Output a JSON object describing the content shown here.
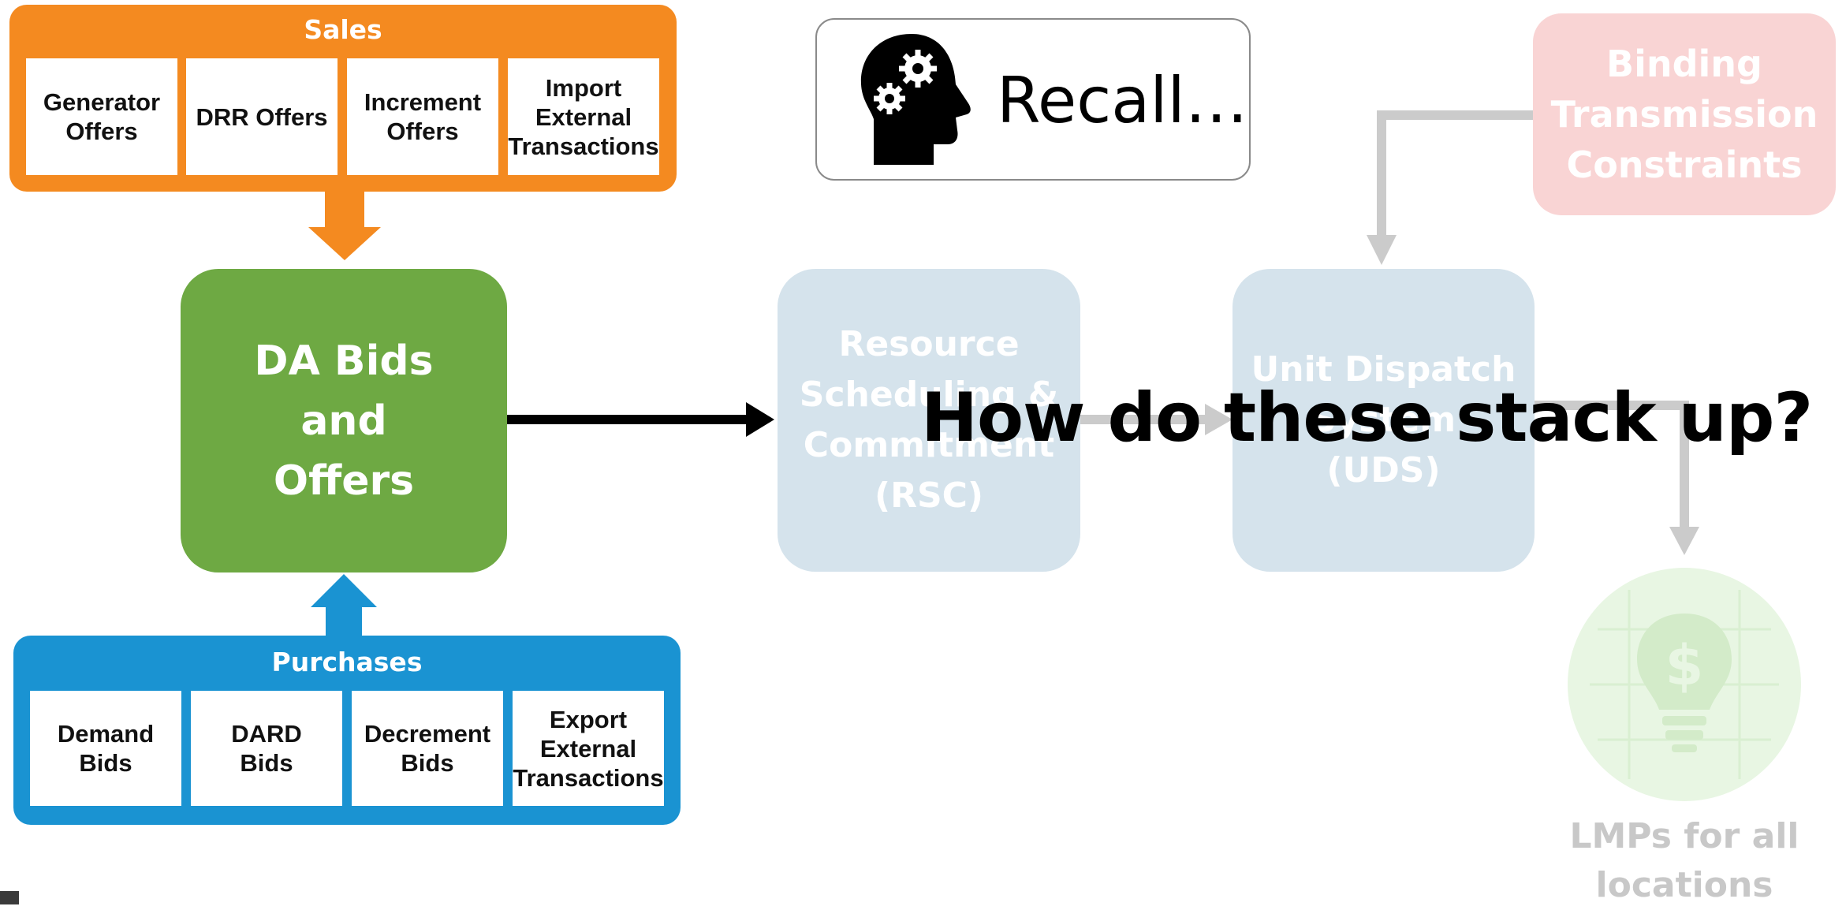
{
  "sales": {
    "title": "Sales",
    "items": [
      "Generator\nOffers",
      "DRR Offers",
      "Increment\nOffers",
      "Import\nExternal\nTransactions"
    ]
  },
  "purchases": {
    "title": "Purchases",
    "items": [
      "Demand Bids",
      "DARD\nBids",
      "Decrement\nBids",
      "Export\nExternal\nTransactions"
    ]
  },
  "da_box": {
    "label": "DA Bids\nand\nOffers"
  },
  "recall": {
    "label": "Recall…",
    "icon": "head-gears-icon"
  },
  "rsc": {
    "label": "Resource\nScheduling &\nCommitment\n(RSC)"
  },
  "uds": {
    "label": "Unit Dispatch\nSystem\n(UDS)"
  },
  "constraints": {
    "label": "Binding\nTransmission\nConstraints"
  },
  "lmp": {
    "label": "LMPs for all\nlocations",
    "icon": "lightbulb-dollar-icon"
  },
  "overlay": {
    "question": "How do these stack up?"
  },
  "colors": {
    "sales": "#f48a20",
    "purchases": "#1a93d2",
    "da": "#6ea943",
    "faded_blue": "#d5e3ec",
    "faded_pink": "#f9d4d4",
    "faded_green": "#e8f6e3",
    "faded_text": "#c8c8c8",
    "arrow_gray": "#cbcbcb"
  }
}
